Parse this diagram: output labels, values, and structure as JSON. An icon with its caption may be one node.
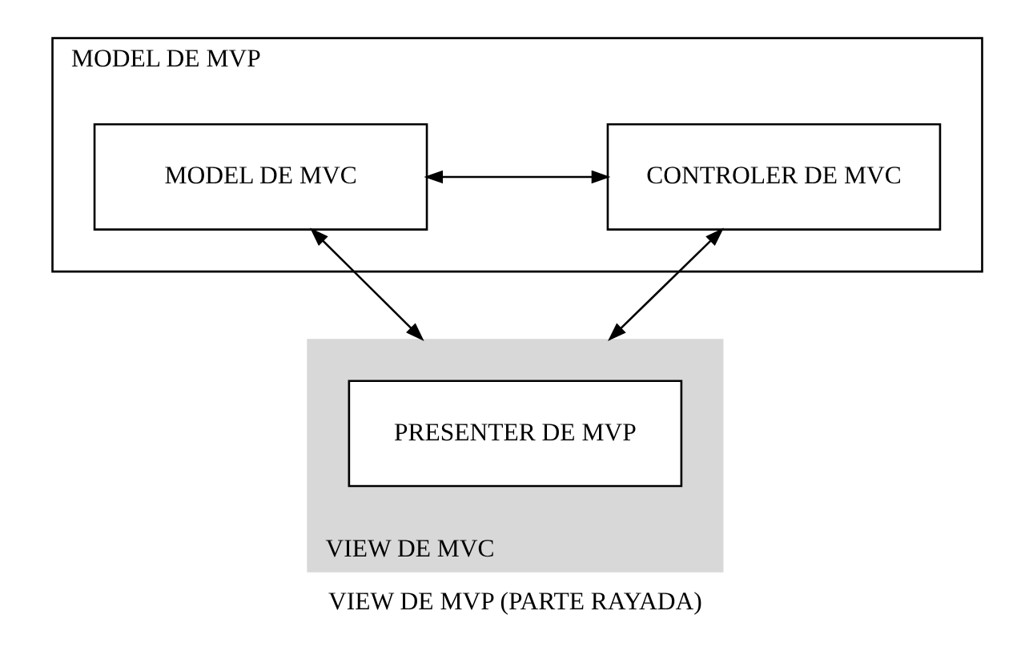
{
  "diagram": {
    "nodes": [
      {
        "text": [
          "MODEL DE MVP"
        ]
      },
      {
        "text": [
          "MODEL DE MVC"
        ],
        "in": 0
      },
      {
        "text": [
          "CONTROLER DE MVC"
        ],
        "in": 0
      },
      {
        "text": [
          "VIEW DE MVC"
        ],
        "beside": [
          "VIEW DE MVP (PARTE RAYADA)"
        ]
      },
      {
        "text": [
          "PRESENTER DE MVP"
        ],
        "in": 3
      }
    ],
    "edges": [
      {
        "from": 1,
        "to": 2,
        "arrow": "both"
      },
      {
        "from": 1,
        "to": 3,
        "arrow": "both"
      },
      {
        "from": 2,
        "to": 3,
        "arrow": "both"
      }
    ]
  }
}
